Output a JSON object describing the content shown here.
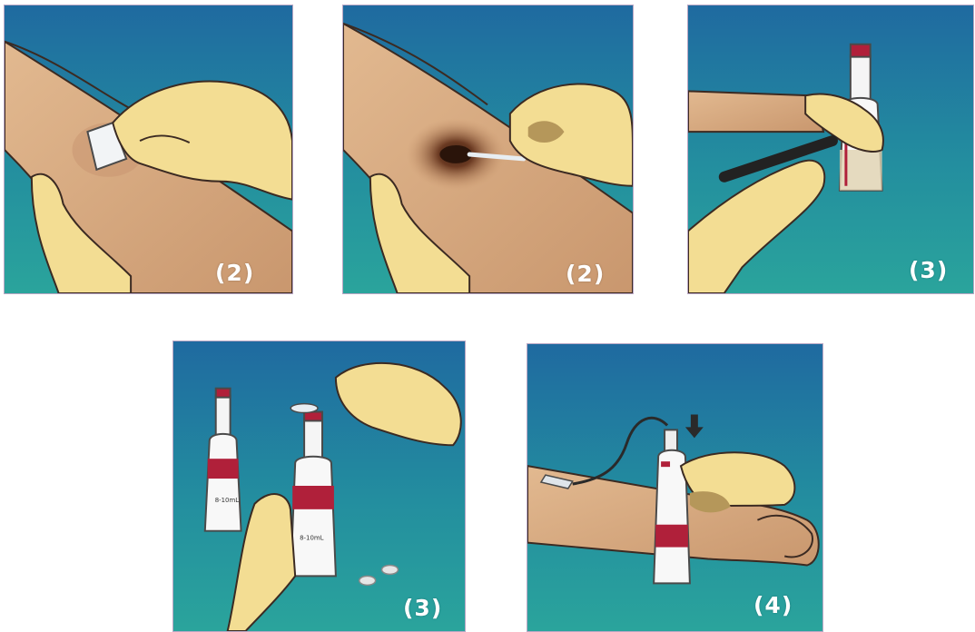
{
  "panels": [
    {
      "label": "(2)",
      "scene": "cleaning-skin-with-swab"
    },
    {
      "label": "(2)",
      "scene": "applying-antiseptic-with-applicator"
    },
    {
      "label": "(3)",
      "scene": "marking-culture-bottle"
    },
    {
      "label": "(3)",
      "scene": "removing-bottle-cap"
    },
    {
      "label": "(4)",
      "scene": "inoculating-bottle-from-arm"
    }
  ],
  "bottle_labels": {
    "volume_text": "8-10mL"
  },
  "colors": {
    "sky_top": "#1e6fa3",
    "sky_bottom": "#2aa3a0",
    "skin": "#d9ad85",
    "glove": "#f3dd93",
    "bottle_red": "#b0203a",
    "border": "#b9a7c4",
    "label_text": "#ffffff"
  }
}
